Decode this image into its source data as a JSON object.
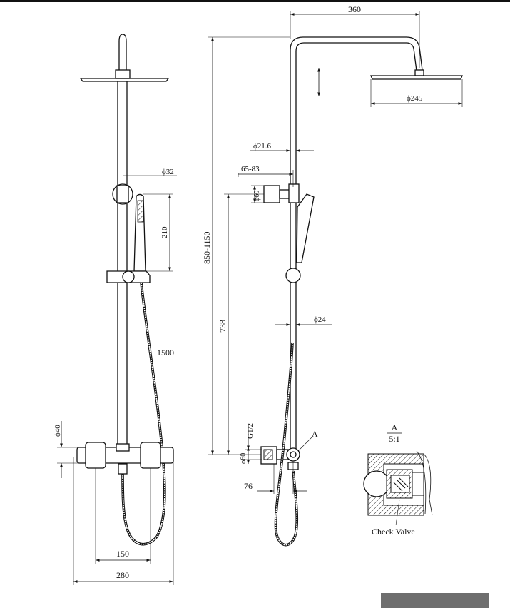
{
  "dimensions": {
    "arm_length": "360",
    "head_diameter": "ϕ245",
    "pipe_diameter_upper": "ϕ21.6",
    "bracket_projection": "65-83",
    "bracket_diameter_side": "ϕ60",
    "height_range": "850-1150",
    "lower_rail_height": "738",
    "pipe_diameter_lower": "ϕ24",
    "inlet_thread": "G1/2",
    "inlet_flange_diameter": "ϕ60",
    "inlet_projection": "76",
    "bracket_diameter_front": "ϕ32",
    "handshower_length": "210",
    "hose_length": "1500",
    "valve_body_diameter": "ϕ40",
    "inlet_spacing": "150",
    "mixer_width": "280"
  },
  "detail": {
    "marker": "A",
    "title": "A",
    "scale": "5:1",
    "caption": "Check Valve"
  },
  "colors": {
    "line": "#111111",
    "footer_bar": "#6e6e6e"
  }
}
